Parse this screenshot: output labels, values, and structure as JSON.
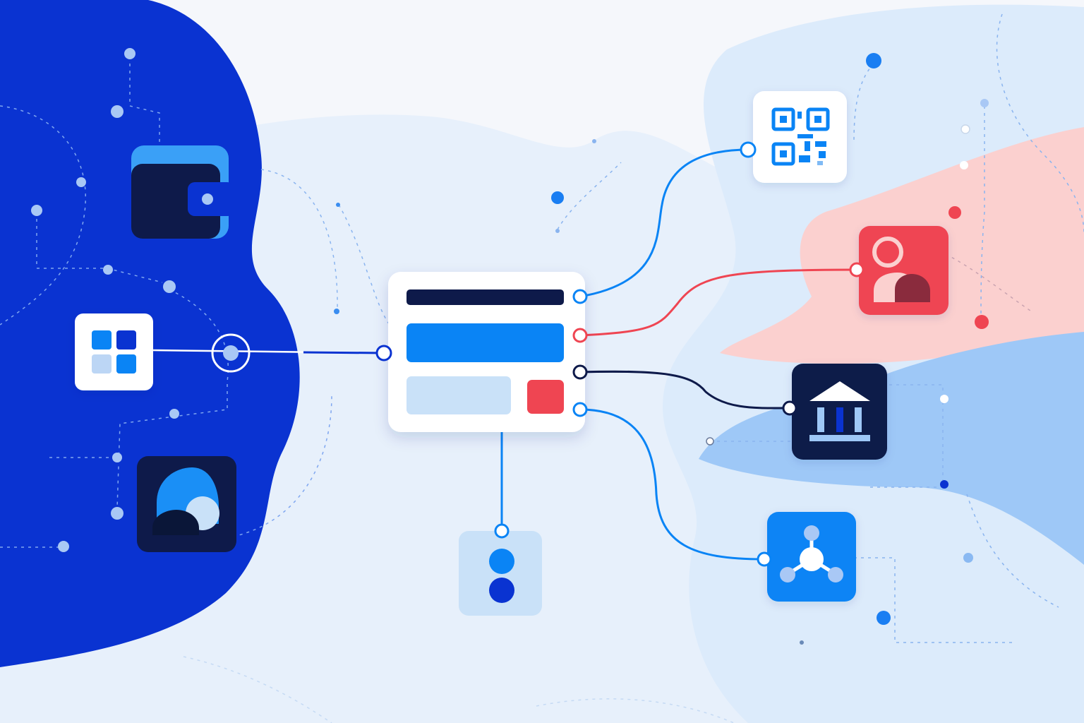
{
  "palette": {
    "background": "#f5f7fb",
    "pale_blue": "#e7f0fb",
    "deep_blue": "#0a33d1",
    "navy": "#0e1a4a",
    "bright_blue": "#0a84f5",
    "light_blue": "#c9e1f8",
    "red": "#ef4552",
    "pink": "#fbd0cf",
    "sky": "#9ec8f7",
    "white": "#ffffff"
  },
  "hub": {
    "name": "payment-form-hub",
    "rows": [
      "navy-title-bar",
      "blue-input-bar",
      "light-field",
      "red-action-button"
    ]
  },
  "sources": [
    {
      "name": "wallet-icon",
      "tile_color": "#0e1a4a"
    },
    {
      "name": "app-grid-icon",
      "tile_color": "#ffffff"
    },
    {
      "name": "rainbow-card-icon",
      "tile_color": "#0e1a4a"
    }
  ],
  "destinations": [
    {
      "name": "qr-code-icon",
      "tile_color": "#ffffff",
      "connector_color": "#0a84f5"
    },
    {
      "name": "user-profile-icon",
      "tile_color": "#ef4552",
      "connector_color": "#ef4552"
    },
    {
      "name": "bank-icon",
      "tile_color": "#0e1a4a",
      "connector_color": "#0e1a4a"
    },
    {
      "name": "network-icon",
      "tile_color": "#0a84f5",
      "connector_color": "#0a84f5"
    },
    {
      "name": "toggle-icon",
      "tile_color": "#c9e1f8",
      "connector_color": "#0a84f5"
    }
  ]
}
